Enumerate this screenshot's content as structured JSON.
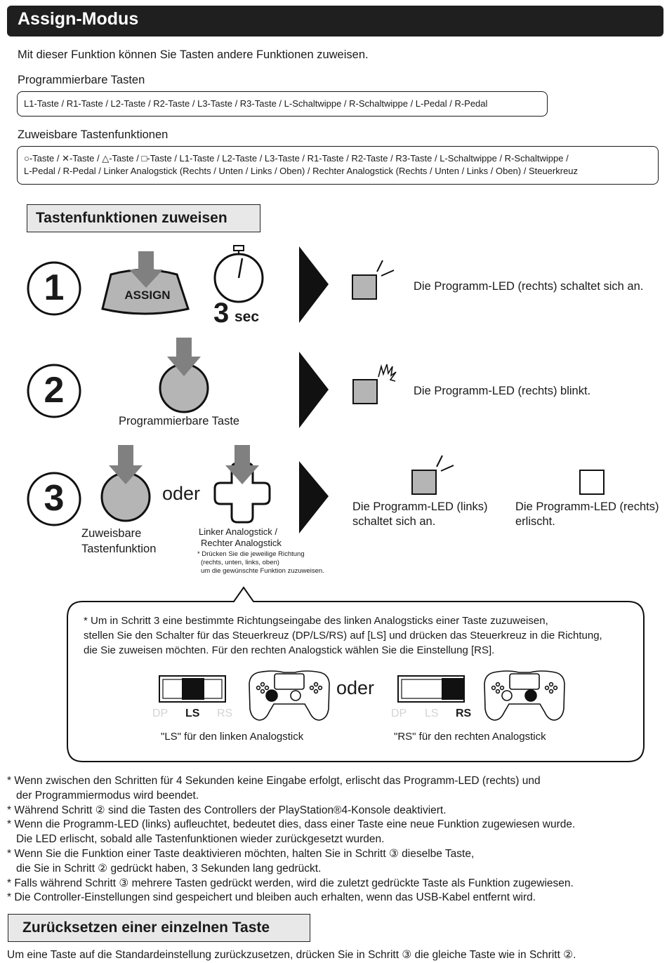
{
  "header": {
    "title": "Assign-Modus"
  },
  "intro": "Mit dieser Funktion können Sie Tasten andere Funktionen zuweisen.",
  "programmable": {
    "label": "Programmierbare Tasten",
    "keys": "L1-Taste / R1-Taste / L2-Taste / R2-Taste / L3-Taste / R3-Taste / L-Schaltwippe / R-Schaltwippe / L-Pedal / R-Pedal"
  },
  "assignable": {
    "label": "Zuweisbare Tastenfunktionen",
    "line1": "○-Taste / ✕-Taste / △-Taste / □-Taste / L1-Taste / L2-Taste / L3-Taste / R1-Taste / R2-Taste / R3-Taste / L-Schaltwippe / R-Schaltwippe /",
    "line2": "L-Pedal / R-Pedal / Linker Analogstick (Rechts / Unten / Links / Oben) / Rechter Analogstick (Rechts / Unten / Links / Oben) / Steuerkreuz"
  },
  "section_assign": {
    "title": "Tastenfunktionen zuweisen"
  },
  "steps": [
    {
      "number": "1",
      "button_label": "ASSIGN",
      "timer_value": "3",
      "timer_unit": "sec",
      "result": "Die Programm-LED (rechts) schaltet sich an."
    },
    {
      "number": "2",
      "button_caption": "Programmierbare Taste",
      "result": "Die Programm-LED (rechts) blinkt."
    },
    {
      "number": "3",
      "or_word": "oder",
      "left_caption_1": "Zuweisbare",
      "left_caption_2": "Tastenfunktion",
      "right_caption_1": "Linker Analogstick /",
      "right_caption_2": "Rechter Analogstick",
      "footnote_1": "* Drücken Sie die jeweilige Richtung",
      "footnote_2": "(rechts, unten, links, oben)",
      "footnote_3": "um die gewünschte Funktion zuzuweisen.",
      "result_left_1": "Die Programm-LED (links)",
      "result_left_2": "schaltet sich an.",
      "result_right_1": "Die Programm-LED (rechts)",
      "result_right_2": "erlischt."
    }
  ],
  "callout": {
    "line1": "* Um in Schritt 3 eine bestimmte Richtungseingabe des linken Analogsticks einer Taste zuzuweisen,",
    "line2": "stellen Sie den Schalter für das Steuerkreuz (DP/LS/RS) auf [LS] und drücken das Steuerkreuz in die Richtung,",
    "line3": "die Sie zuweisen möchten. Für den rechten Analogstick wählen Sie die Einstellung [RS].",
    "switch_labels": [
      "DP",
      "LS",
      "RS"
    ],
    "or_word": "oder",
    "left_caption": "\"LS\" für den linken Analogstick",
    "right_caption": "\"RS\" für den rechten Analogstick",
    "left_selected": "LS",
    "right_selected": "RS"
  },
  "notes": [
    "* Wenn zwischen den Schritten für 4 Sekunden keine Eingabe erfolgt, erlischt das Programm-LED (rechts) und",
    "  der Programmiermodus wird beendet.",
    "* Während Schritt ② sind die Tasten des Controllers der PlayStation®4-Konsole deaktiviert.",
    "* Wenn die Programm-LED (links) aufleuchtet, bedeutet dies, dass einer Taste eine neue Funktion zugewiesen wurde.",
    "  Die LED erlischt, sobald alle Tastenfunktionen wieder zurückgesetzt wurden.",
    "* Wenn Sie die Funktion einer Taste deaktivieren möchten, halten Sie in Schritt ③ dieselbe Taste,",
    "  die Sie in Schritt ② gedrückt haben, 3 Sekunden lang gedrückt.",
    "* Falls während Schritt ③ mehrere Tasten gedrückt werden, wird die zuletzt gedrückte Taste als Funktion zugewiesen.",
    "* Die Controller-Einstellungen sind gespeichert und bleiben auch erhalten, wenn das USB-Kabel entfernt wird."
  ],
  "section_reset": {
    "title": "Zurücksetzen einer einzelnen Taste",
    "text": "Um eine Taste auf die Standardeinstellung zurückzusetzen, drücken Sie in Schritt ③ die gleiche Taste wie in Schritt ②."
  },
  "colors": {
    "header_bg": "#1f1f1f",
    "section_bg": "#e8e8e8",
    "icon_gray": "#b5b5b5",
    "arrow_gray": "#808080"
  }
}
